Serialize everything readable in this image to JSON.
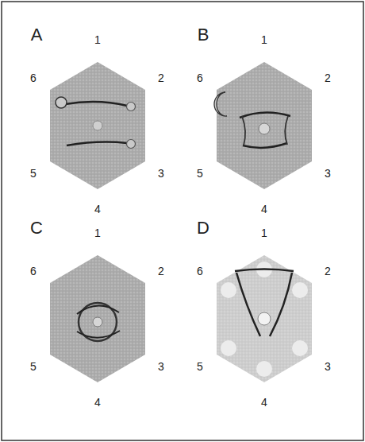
{
  "diagram": {
    "labels": [
      "A",
      "1",
      "2",
      "3",
      "4",
      "5",
      "6",
      "B",
      "1",
      "2",
      "3",
      "4",
      "5",
      "6",
      "C",
      "1",
      "2",
      "3",
      "4",
      "5",
      "6",
      "D",
      "1",
      "2",
      "3",
      "4",
      "5",
      "6"
    ]
  }
}
